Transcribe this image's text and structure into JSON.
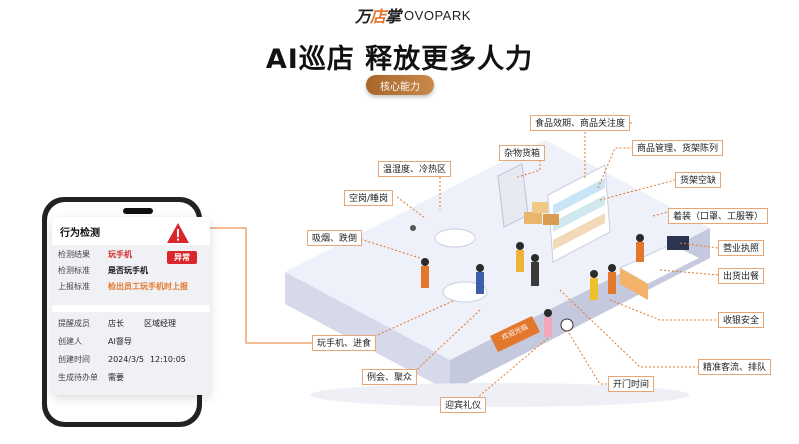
{
  "header": {
    "logo_cn_a": "万",
    "logo_cn_b": "店",
    "logo_cn_c": "掌",
    "logo_en": "OVOPARK",
    "title": "AI巡店 释放更多人力",
    "pill": "核心能力"
  },
  "card": {
    "title": "行为检测",
    "badge": "异常",
    "rows1": [
      {
        "k": "检测结果",
        "v": "玩手机"
      },
      {
        "k": "检测标准",
        "v": "是否玩手机"
      },
      {
        "k": "上报标准",
        "v": "检出员工玩手机时上报"
      }
    ],
    "rows2": [
      {
        "k": "提醒成员",
        "v": "店长",
        "v2": "区域经理"
      },
      {
        "k": "创建人",
        "v": "AI督导"
      },
      {
        "k": "创建时间",
        "v": "2024/3/5",
        "v2": "12:10:05"
      },
      {
        "k": "生成待办单",
        "v": "需要"
      }
    ]
  },
  "labels": {
    "food_expiry": "食品效期、商品关注度",
    "goods_mgmt": "商品管理、货架陈列",
    "shelf_empty": "货架空缺",
    "misc_box": "杂物货箱",
    "temp": "温湿度、冷热区",
    "post": "空岗/睡岗",
    "smoking": "吸烟、跌倒",
    "dress": "着装（口罩、工服等）",
    "license": "营业执照",
    "delivery": "出货出餐",
    "cashier": "收银安全",
    "phone": "玩手机、进食",
    "traffic": "精准客流、排队",
    "meeting": "例会、聚众",
    "open": "开门时间",
    "greet": "迎宾礼仪"
  },
  "scene": {
    "sign": "欢迎光临"
  },
  "colors": {
    "accent": "#e3772b",
    "alert": "#d9262b",
    "pill": "#b8743a"
  }
}
